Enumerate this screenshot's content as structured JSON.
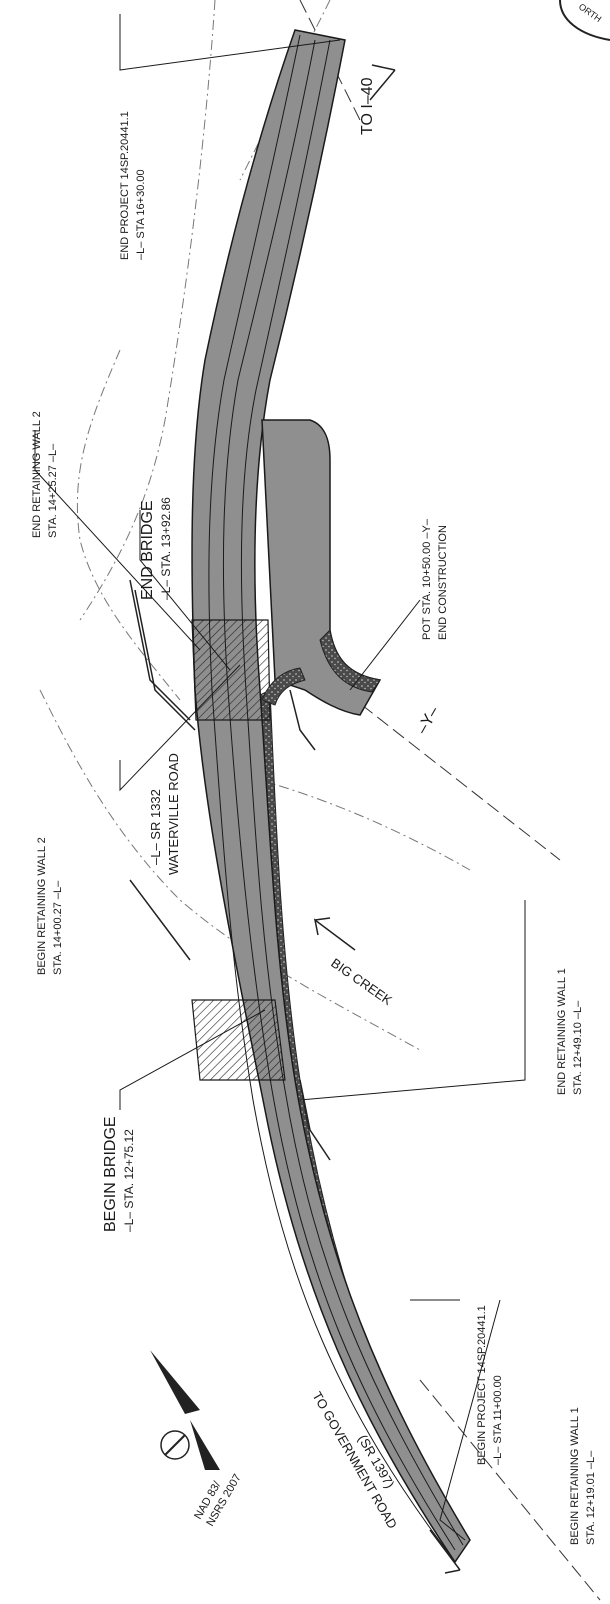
{
  "labels": {
    "end_project_1": "END PROJECT 14SP.20441.1",
    "end_project_2": "–L– STA 16+30.00",
    "to_i40": "TO I–40",
    "end_wall2_1": "END RETAINING WALL 2",
    "end_wall2_2": "STA. 14+25.27 –L–",
    "end_bridge_1": "END BRIDGE",
    "end_bridge_2": "–L– STA. 13+92.86",
    "pot_1": "POT STA. 10+50.00 –Y–",
    "pot_2": "END CONSTRUCTION",
    "y_line": "–Y–",
    "road_1": "–L– SR 1332",
    "road_2": "WATERVILLE ROAD",
    "begin_wall2_1": "BEGIN RETAINING WALL 2",
    "begin_wall2_2": "STA. 14+00.27 –L–",
    "big_creek": "BIG CREEK",
    "end_wall1_1": "END RETAINING WALL 1",
    "end_wall1_2": "STA. 12+49.10 –L–",
    "begin_bridge_1": "BEGIN BRIDGE",
    "begin_bridge_2": "–L– STA. 12+75.12",
    "begin_project_1": "BEGIN PROJECT 14SP.20441.1",
    "begin_project_2": "–L– STA 11+00.00",
    "begin_wall1_1": "BEGIN RETAINING WALL 1",
    "begin_wall1_2": "STA. 12+19.01 –L–",
    "to_gov_1": "TO GOVERNMENT ROAD",
    "to_gov_2": "(SR 1397)",
    "nad": "NAD 83/",
    "nsrs": "NSRS 2007",
    "seal": "ORTH"
  },
  "colors": {
    "road_fill": "#8f8f8f",
    "shoulder_fill": "#5c5c5c",
    "line": "#1a1a1a"
  }
}
